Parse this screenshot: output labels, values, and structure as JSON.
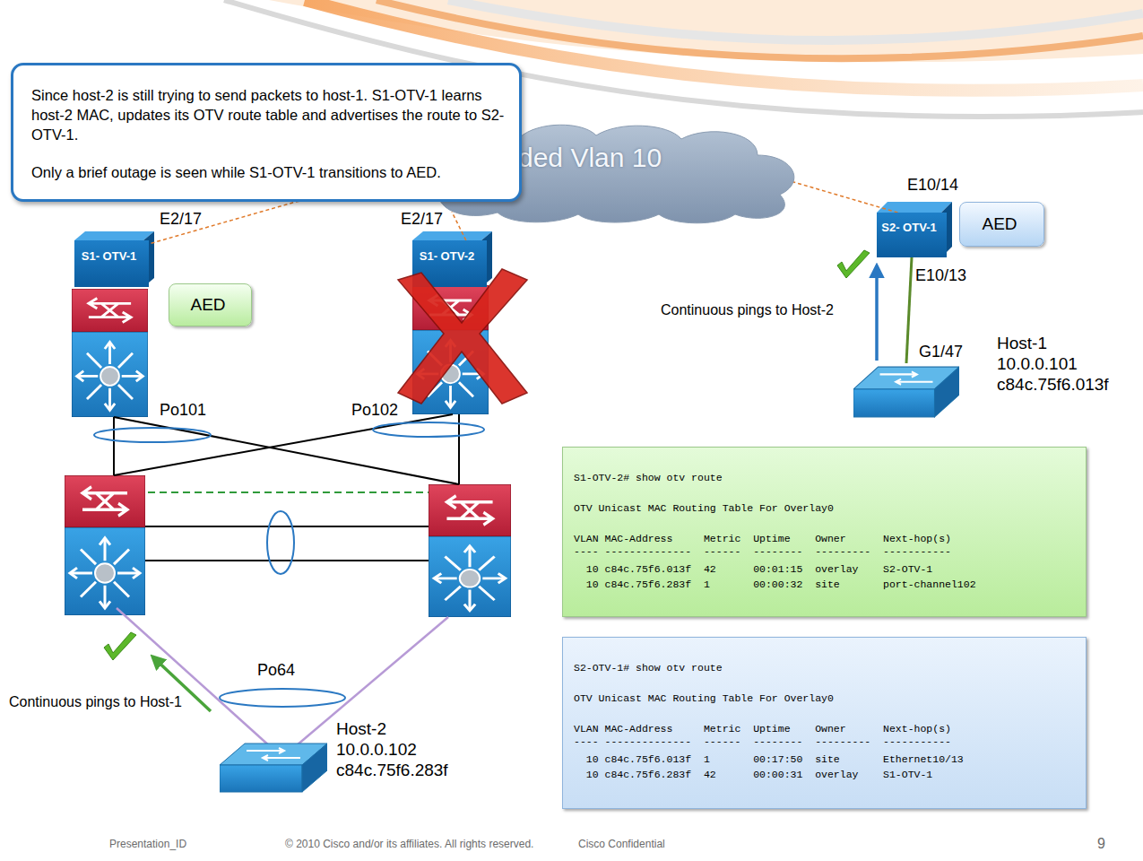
{
  "diagram": {
    "nodes": [
      {
        "text": [
          "Since host-2 is still trying to send packets to host-1. S1-OTV-1 learns host-2 MAC, updates its OTV route table and advertises the route to S2-OTV-1.",
          "Only a brief outage is seen while S1-OTV-1 transitions to AED."
        ]
      },
      {
        "text": [
          "ded Vlan 10"
        ]
      },
      {
        "text": [
          "S1- OTV-1"
        ]
      },
      {
        "text": [
          "AED"
        ]
      },
      {
        "text": [
          "S1- OTV-2"
        ]
      },
      {
        "text": [
          "S2- OTV-1"
        ]
      },
      {
        "text": [
          "AED"
        ]
      },
      {
        "text": [
          "Host-1 10.0.0.101 c84c.75f6.013f"
        ]
      },
      {
        "text": [
          "Host-2 10.0.0.102 c84c.75f6.283f"
        ]
      },
      {
        "text": [
          "S1-OTV-2# show otv route",
          "OTV Unicast MAC Routing Table For Overlay0",
          "VLAN MAC-Address     Metric  Uptime    Owner      Next-hop(s)",
          "---- --------------  ------  --------  ---------  -----------",
          "  10 c84c.75f6.013f  42      00:01:15  overlay    S2-OTV-1",
          "  10 c84c.75f6.283f  1       00:00:32  site       port-channel102"
        ]
      },
      {
        "text": [
          "S2-OTV-1# show otv route",
          "OTV Unicast MAC Routing Table For Overlay0",
          "VLAN MAC-Address     Metric  Uptime    Owner      Next-hop(s)",
          "---- --------------  ------  --------  ---------  -----------",
          "  10 c84c.75f6.013f  1       00:17:50  site       Ethernet10/13",
          "  10 c84c.75f6.283f  42      00:00:31  overlay    S1-OTV-1"
        ]
      }
    ],
    "edges": [
      {
        "from": 2,
        "to": 1,
        "arrow": "none"
      },
      {
        "from": 4,
        "to": 1,
        "arrow": "none"
      },
      {
        "from": 5,
        "to": 1,
        "arrow": "none"
      },
      {
        "from": 7,
        "to": 5,
        "arrow": "none"
      }
    ],
    "labels": [
      "E2/17",
      "E2/17",
      "E10/14",
      "E10/13",
      "G1/47",
      "Po101",
      "Po102",
      "Po64",
      "Continuous pings to Host-2",
      "Continuous pings to Host-1",
      "Presentation_ID",
      "© 2010 Cisco and/or its affiliates. All rights reserved.",
      "Cisco Confidential",
      "9"
    ]
  }
}
